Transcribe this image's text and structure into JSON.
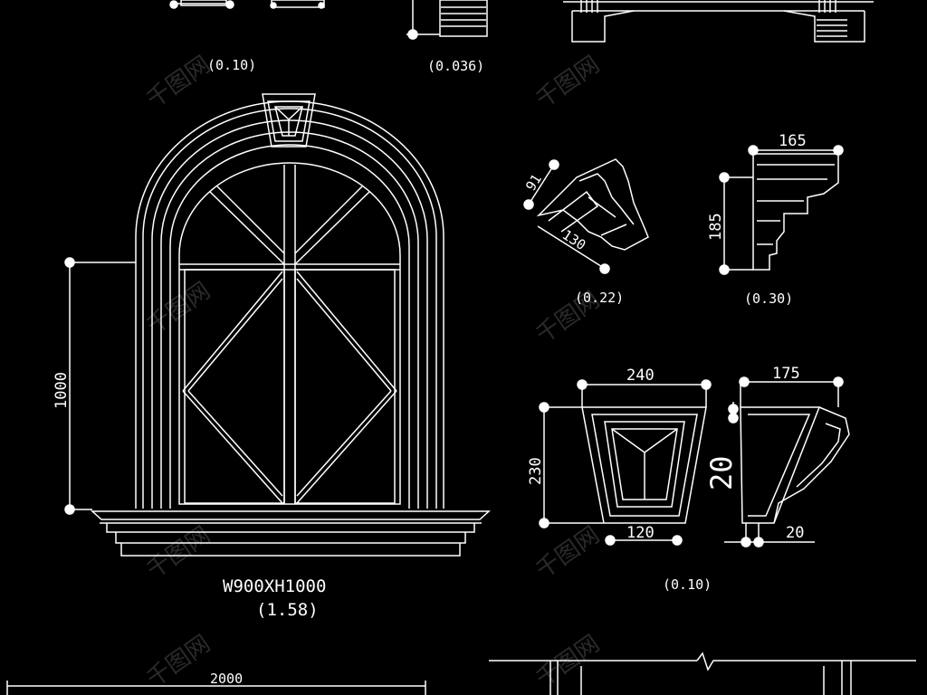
{
  "drawing": {
    "window": {
      "size_label": "W900XH1000",
      "area_label": "(1.58)",
      "height_dim": "1000"
    },
    "top_labels": [
      "(0.10)",
      "(0.036)"
    ],
    "bracket_a": {
      "dim_a": "91",
      "dim_b": "130",
      "area": "(0.22)"
    },
    "bracket_b": {
      "width": "165",
      "height": "185",
      "area": "(0.30)"
    },
    "keystone": {
      "top_width": "240",
      "side_width": "175",
      "height": "230",
      "bottom_width": "120",
      "thickness": "20",
      "small_dim": "20",
      "area": "(0.10)"
    },
    "bottom_dim": "2000"
  },
  "watermark": {
    "text": "千图网",
    "color": "#7a7a7a"
  },
  "colors": {
    "background": "#000000",
    "lines": "#ffffff"
  }
}
